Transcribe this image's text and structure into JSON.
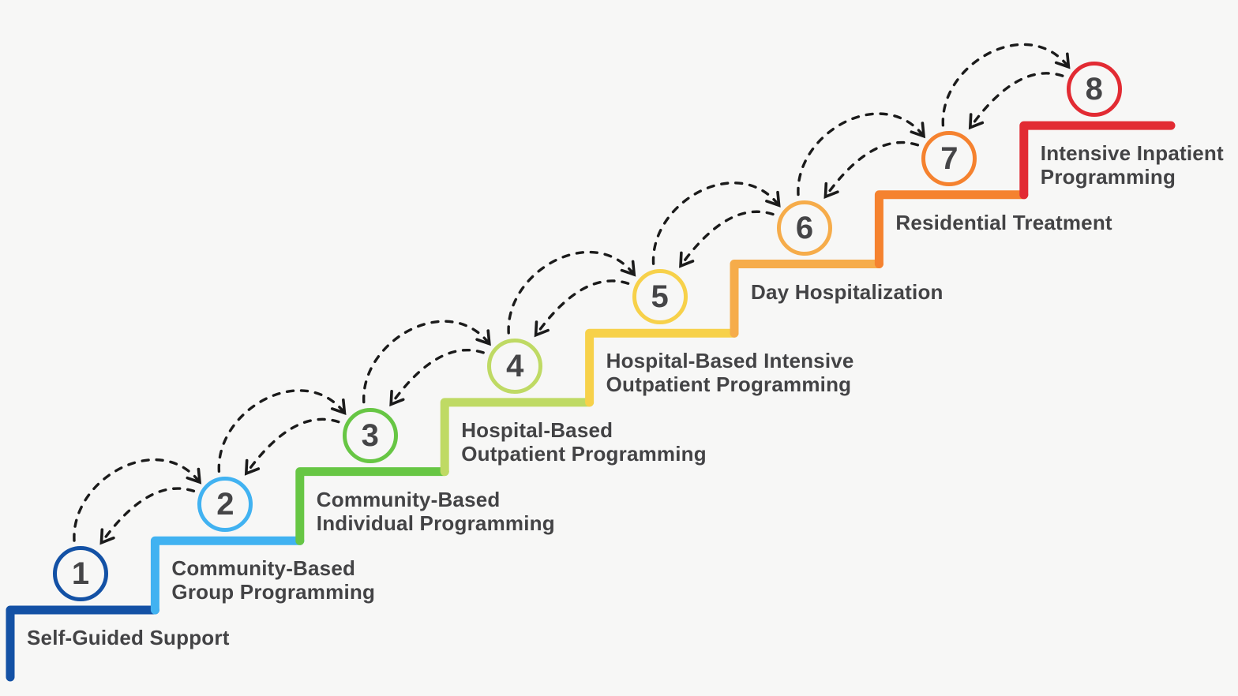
{
  "diagram": {
    "name": "stepped-care-staircase",
    "background_color": "#f7f7f6",
    "arrow_color": "#1b1b1b",
    "text_color": "#434345",
    "steps": [
      {
        "number": "1",
        "label": "Self-Guided Support",
        "color": "#1351a5"
      },
      {
        "number": "2",
        "label": "Community-Based\nGroup Programming",
        "color": "#41b2f1"
      },
      {
        "number": "3",
        "label": "Community-Based\nIndividual Programming",
        "color": "#67c644"
      },
      {
        "number": "4",
        "label": "Hospital-Based\nOutpatient Programming",
        "color": "#bfda64"
      },
      {
        "number": "5",
        "label": "Hospital-Based Intensive\nOutpatient Programming",
        "color": "#f7d14a"
      },
      {
        "number": "6",
        "label": "Day Hospitalization",
        "color": "#f6ac4a"
      },
      {
        "number": "7",
        "label": "Residential Treatment",
        "color": "#f5822f"
      },
      {
        "number": "8",
        "label": "Intensive Inpatient\nProgramming",
        "color": "#e22b33"
      }
    ],
    "arrows": {
      "style": "dashed",
      "color": "#1b1b1b",
      "pattern": "bidirectional between consecutive steps"
    }
  }
}
